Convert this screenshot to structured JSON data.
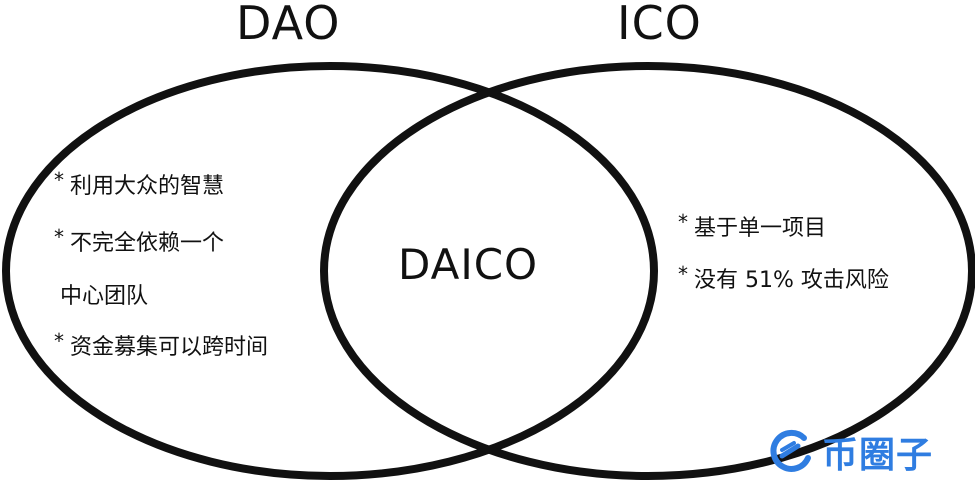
{
  "sets": {
    "a": {
      "title": "DAO"
    },
    "b": {
      "title": "ICO"
    }
  },
  "intersection": {
    "label": "DAICO"
  },
  "left_items": [
    {
      "bullet": "*",
      "text": "利用大众的智慧"
    },
    {
      "bullet": "*",
      "text": "不完全依赖一个"
    },
    {
      "bullet": "",
      "text": "中心团队"
    },
    {
      "bullet": "*",
      "text": "资金募集可以跨时间"
    }
  ],
  "right_items": [
    {
      "bullet": "*",
      "text": "基于单一项目"
    },
    {
      "bullet": "*",
      "text": "没有 51% 攻击风险"
    }
  ],
  "watermark": {
    "text": "币圈子",
    "color": "#2f7de1",
    "icon": "coin-circle-icon"
  },
  "colors": {
    "stroke": "#111111",
    "background": "#ffffff"
  }
}
